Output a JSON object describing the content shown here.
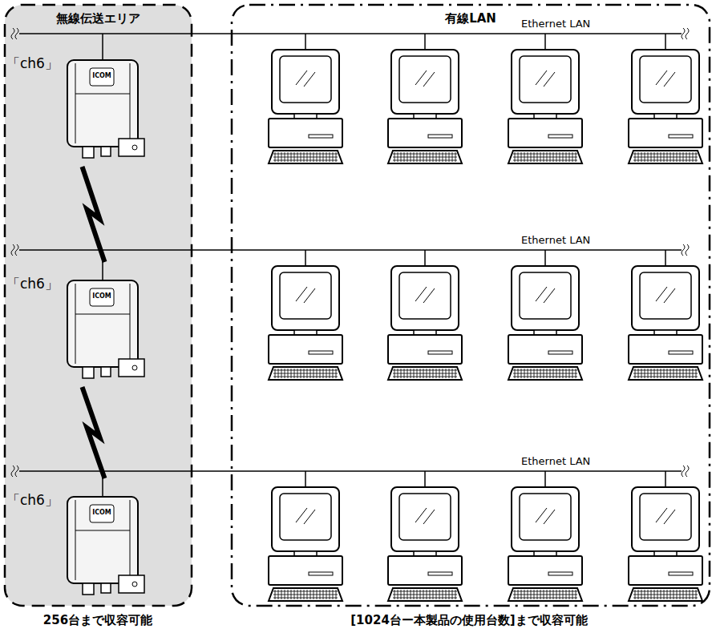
{
  "diagram": {
    "nodes": [
      {
        "text": [
          "無線伝送エリア"
        ]
      },
      {
        "text": [
          "「ch6」",
          "ICOM"
        ],
        "in": 0
      },
      {
        "text": [
          "「ch6」",
          "ICOM"
        ],
        "in": 0
      },
      {
        "text": [
          "「ch6」",
          "ICOM"
        ],
        "in": 0
      },
      {
        "text": [
          "有線LAN"
        ]
      }
    ],
    "edges": [
      {
        "from": 1,
        "to": 2,
        "arrow": "none"
      },
      {
        "from": 2,
        "to": 3,
        "arrow": "none"
      }
    ],
    "labels": [
      "Ethernet LAN",
      "Ethernet LAN",
      "Ethernet LAN",
      "256台まで収容可能",
      "[1024台ー本製品の使用台数]まで収容可能"
    ]
  }
}
